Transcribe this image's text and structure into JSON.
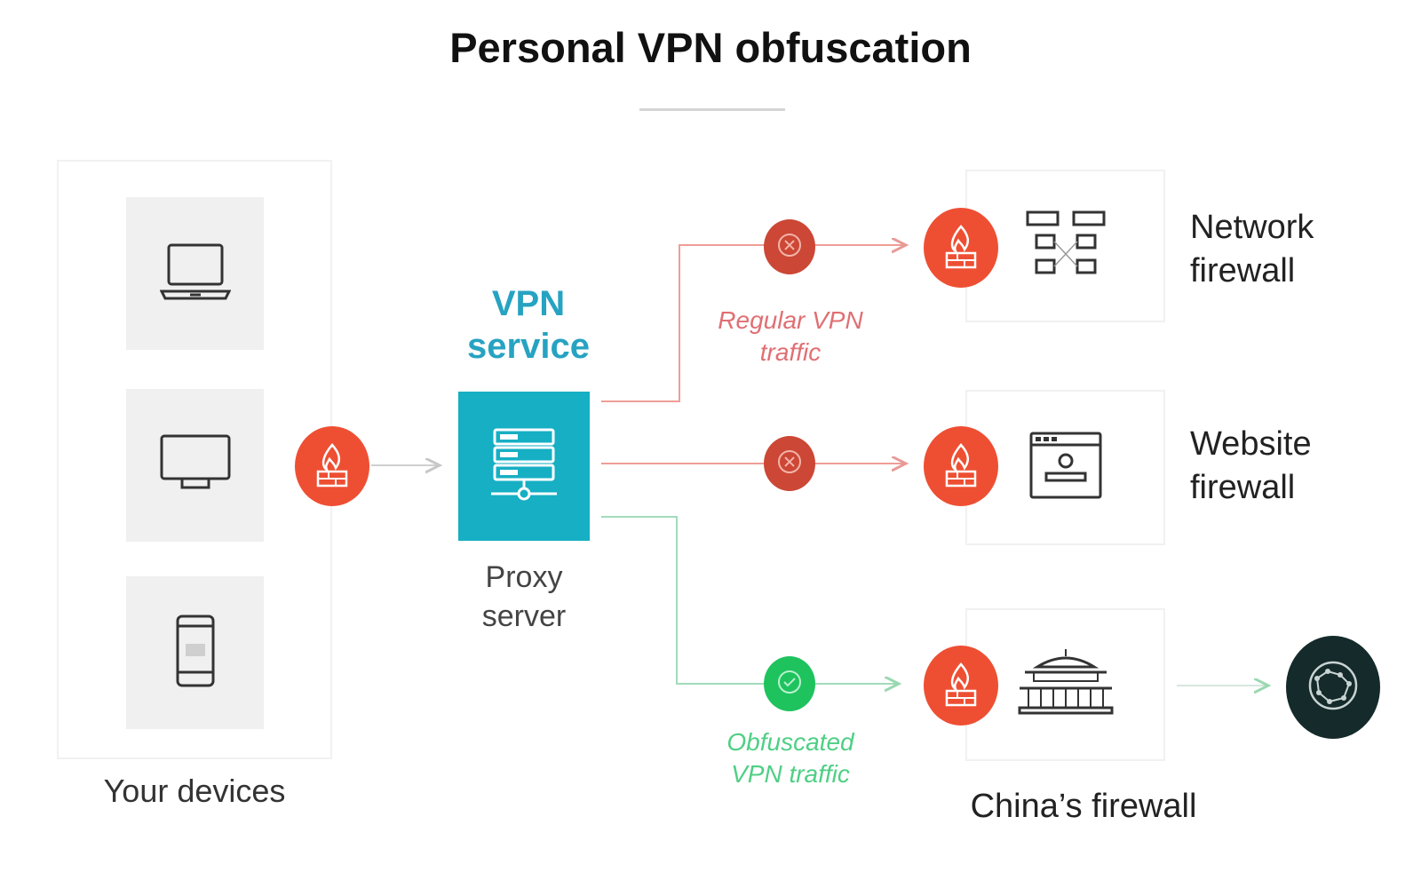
{
  "title": "Personal VPN obfuscation",
  "devices": {
    "label": "Your devices",
    "items": [
      "laptop-icon",
      "monitor-icon",
      "phone-icon"
    ]
  },
  "vpn": {
    "label_line1": "VPN",
    "label_line2": "service",
    "proxy_line1": "Proxy",
    "proxy_line2": "server"
  },
  "traffic": {
    "regular_line1": "Regular VPN",
    "regular_line2": "traffic",
    "obfuscated_line1": "Obfuscated",
    "obfuscated_line2": "VPN traffic"
  },
  "firewalls": {
    "network_line1": "Network",
    "network_line2": "firewall",
    "website_line1": "Website",
    "website_line2": "firewall",
    "china": "China’s firewall"
  },
  "colors": {
    "firewall": "#ee4f33",
    "blocked": "#cc4735",
    "allowed": "#1ec35e",
    "vpn_accent": "#27a3c2",
    "proxy_box": "#16afc4",
    "internet": "#152a2a"
  }
}
